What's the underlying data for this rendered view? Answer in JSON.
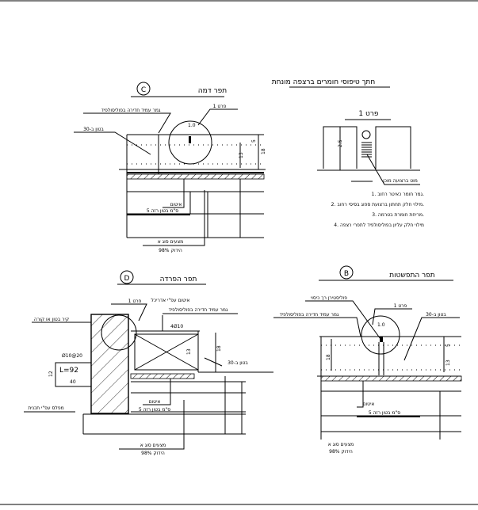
{
  "section_c": {
    "letter": "C",
    "title": "תפר דמה",
    "detail_ref": "פרט 1",
    "sealant_label": "גמר עמיד חדירה בפוליסולפיד",
    "concrete_label": "בטון ב-30",
    "dim_joint": "1.0",
    "dim_slab": "13",
    "dim_top": "5",
    "dim_side": "18",
    "membrane_label": "איטום",
    "base_label": "5 ס\"מ בטון רזה",
    "fill_label": "מצעים סוג א",
    "compaction_label": "הידוק 98%"
  },
  "detail_1": {
    "title": "חתך טיפוסי חומרים ברצפה מונחת",
    "detail_ref": "פרט 1",
    "dim_depth": "2.5",
    "cord_label": "מוט ברצועה מוכן",
    "notes": [
      "1. גמר חומר כאיטר רחוב.",
      "2. מילוי חלק תחתון ברצועת ספוג בסיסי רחוב.",
      "3. מריחת חומרת בטרמה.",
      "4. מילוי חלק עליון בפוליסולפיד לתפרי רצפה"
    ]
  },
  "section_d": {
    "letter": "D",
    "title": "תפר הפרדה",
    "detail_ref": "פרט 1",
    "membrane_top": "איטום עפ\"י אדריכל",
    "sealant_label": "גמר עמיד חדירה בפוליסולפיד",
    "wall_label": "קיר בטון או קורה",
    "rebar_top": "4Ø10",
    "dowel_label": "Ø10@20",
    "dowel_length": "L=92",
    "dowel_leg": "40",
    "dowel_side": "12",
    "dim_slab": "13",
    "dim_side": "18",
    "concrete_label": "בטון ב-30",
    "membrane_label": "איטום",
    "base_label": "5 ס\"מ בטון רזה",
    "floor_label": "מפלס עפ\"י תכנית",
    "fill_label": "מצעים סוג א",
    "compaction_label": "הידוק 98%"
  },
  "section_b": {
    "letter": "B",
    "title": "תפר התפשטות",
    "board_label": "פוליסטירן רך כיסוי",
    "sealant_label": "גמר עמיד חדירה בפוליסולפיד",
    "detail_ref": "פרט 1",
    "concrete_label": "בטון ב-30",
    "dim_joint": "1.0",
    "dim_side": "18",
    "dim_slab": "13",
    "dim_top": "5",
    "membrane_label": "איטום",
    "base_label": "5 ס\"מ בטון רזה",
    "fill_label": "מצעים סוג א",
    "compaction_label": "הידוק 98%"
  }
}
